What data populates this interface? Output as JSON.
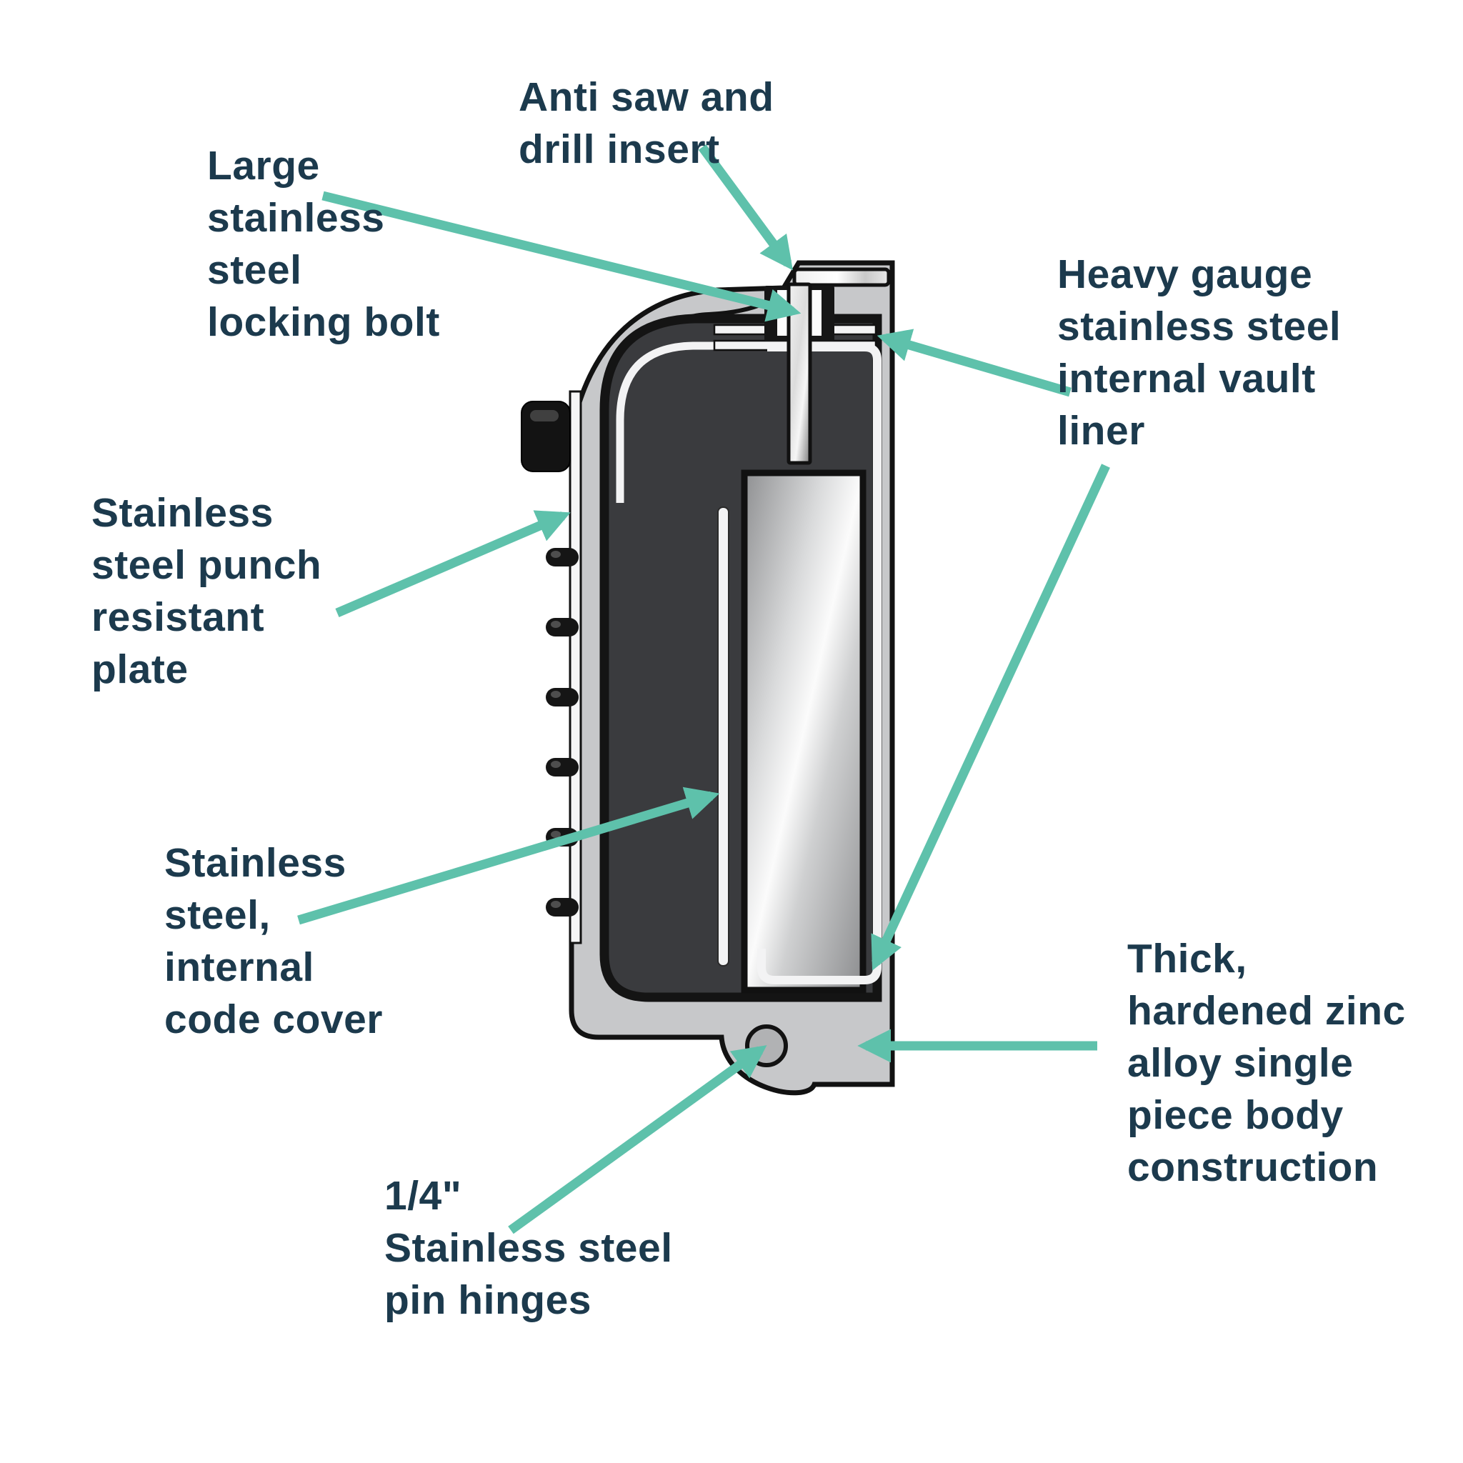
{
  "diagram_title": "Key lock box cross-section feature diagram",
  "colors": {
    "label_text": "#1c3a4d",
    "arrow_accent": "#5ec1ab",
    "body_gray": "#c7c8ca",
    "cavity_dark": "#3a3b3e",
    "liner_white": "#f3f3f4",
    "outline_black": "#121212"
  },
  "labels": {
    "anti_saw": {
      "text": "Anti saw and\ndrill insert"
    },
    "locking_bolt": {
      "text": "Large\nstainless\nsteel\nlocking bolt"
    },
    "vault_liner": {
      "text": "Heavy gauge\nstainless steel\ninternal vault\nliner"
    },
    "punch_plate": {
      "text": "Stainless\nsteel punch\nresistant\nplate"
    },
    "code_cover": {
      "text": "Stainless\nsteel,\ninternal\ncode cover"
    },
    "body_construction": {
      "text": "Thick,\nhardened zinc\nalloy single\npiece body\nconstruction"
    },
    "pin_hinges": {
      "text": "1/4\"\nStainless steel\npin hinges"
    }
  }
}
